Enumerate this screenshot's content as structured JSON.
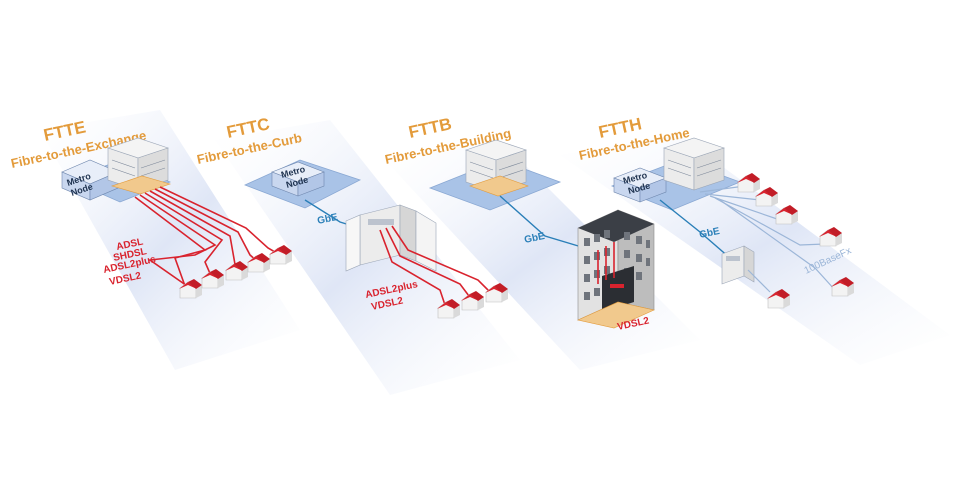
{
  "colors": {
    "panel": "#dfe6f6",
    "panel_edge": "#cfd9ef",
    "platform": "#a9c3e7",
    "copper": "#d9232e",
    "fibre_blue": "#2a7fb8",
    "fibre_light": "#9cb6d8",
    "title": "#e39b3b",
    "roof": "#d9232e",
    "house": "#f3f3f3"
  },
  "panels": [
    {
      "id": "ftte",
      "title": "FTTE",
      "subtitle": "Fibre-to-the-Exchange",
      "node_label": [
        "Metro",
        "Node"
      ],
      "tech_labels": [
        "ADSL",
        "SHDSL",
        "ADSL2plus",
        "VDSL2"
      ]
    },
    {
      "id": "fttc",
      "title": "FTTC",
      "subtitle": "Fibre-to-the-Curb",
      "node_label": [
        "Metro",
        "Node"
      ],
      "link_label": "GbE",
      "tech_labels": [
        "ADSL2plus",
        "VDSL2"
      ]
    },
    {
      "id": "fttb",
      "title": "FTTB",
      "subtitle": "Fibre-to-the-Building",
      "link_label": "GbE",
      "tech_labels": [
        "VDSL2"
      ]
    },
    {
      "id": "ftth",
      "title": "FTTH",
      "subtitle": "Fibre-to-the-Home",
      "node_label": [
        "Metro",
        "Node"
      ],
      "link_label": "GbE",
      "fx_label": "100BaseFx"
    }
  ]
}
